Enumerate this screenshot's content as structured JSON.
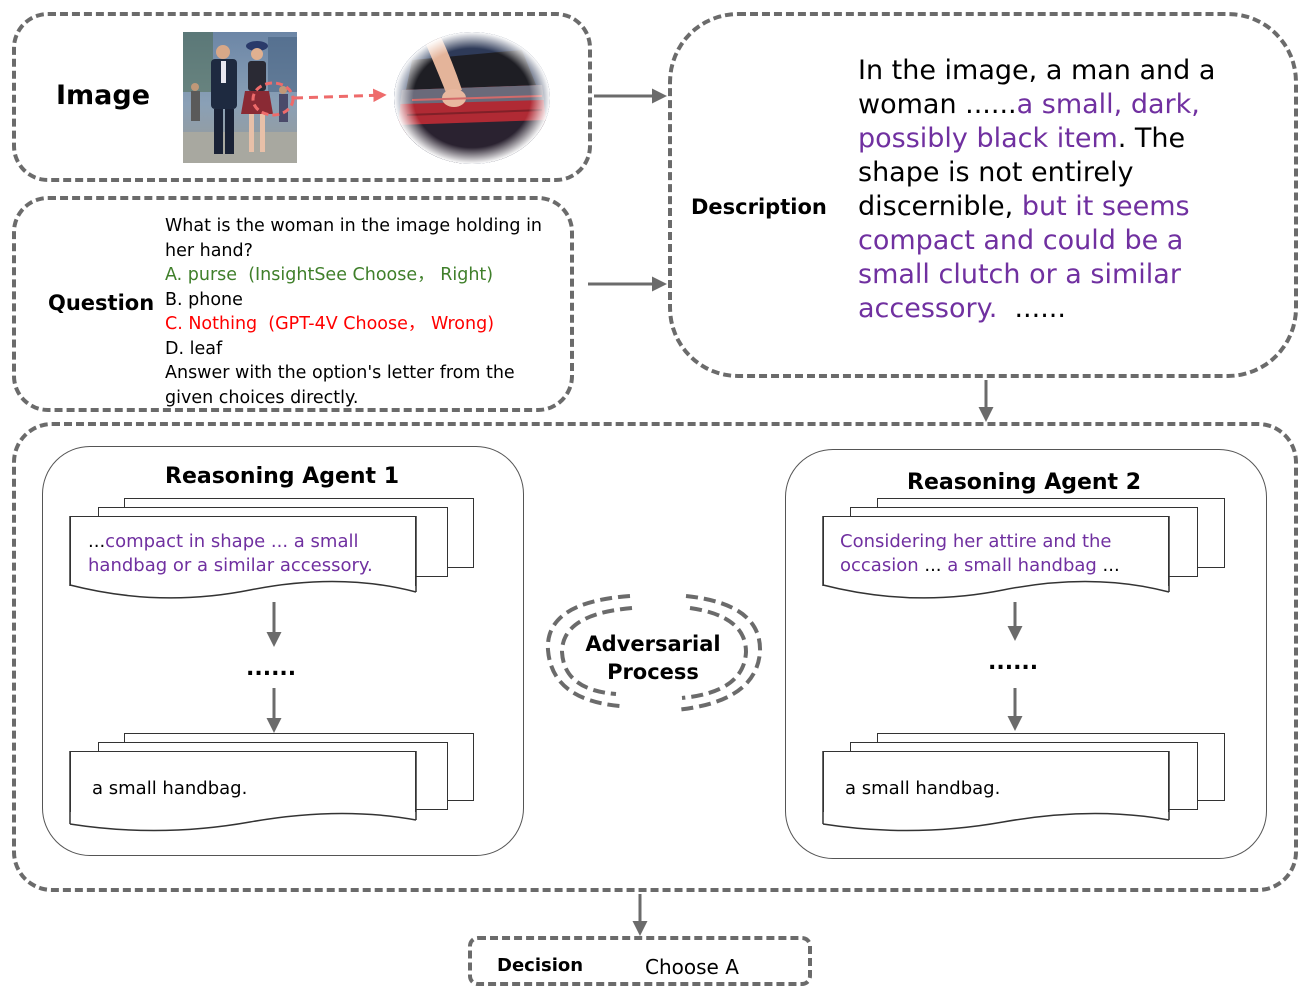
{
  "image_panel": {
    "label": "Image"
  },
  "question_panel": {
    "label": "Question",
    "question_text": "What is the woman in the image holding in her hand?",
    "option_a": "A. purse  (InsightSee Choose， Right)",
    "option_b": "B. phone",
    "option_c": "C. Nothing  (GPT-4V Choose， Wrong)",
    "option_d": "D. leaf",
    "instruction": "Answer with the option's letter from the given choices directly."
  },
  "description_panel": {
    "label": "Description",
    "text_part1": "In the image, a man and a woman ......",
    "text_part2": "a small, dark, possibly black item",
    "text_part3": ". The shape is not entirely discernible,",
    "text_part4": " but it seems compact and could be a small clutch or a similar accessory.",
    "text_part5": "  ......"
  },
  "agent1": {
    "title": "Reasoning Agent 1",
    "doc_prefix": "...",
    "doc_text": "compact in shape ... a small handbag or a similar accessory.",
    "ellipsis": "......",
    "final_text": "a small handbag."
  },
  "agent2": {
    "title": "Reasoning Agent 2",
    "doc_text": "Considering her attire and the occasion",
    "doc_mid": " ... ",
    "doc_text2": "a small handbag",
    "doc_suffix": " ...",
    "ellipsis": "......",
    "final_text": "a small handbag."
  },
  "adversarial": {
    "label_line1": "Adversarial",
    "label_line2": "Process"
  },
  "decision": {
    "label": "Decision",
    "value": "Choose A"
  },
  "colors": {
    "dashed_border": "#6b6b6b",
    "highlight_purple": "#7030a0",
    "correct_green": "#3f7f2a",
    "wrong_red": "#ff0000",
    "zoom_arrow": "#ee6b6b"
  }
}
